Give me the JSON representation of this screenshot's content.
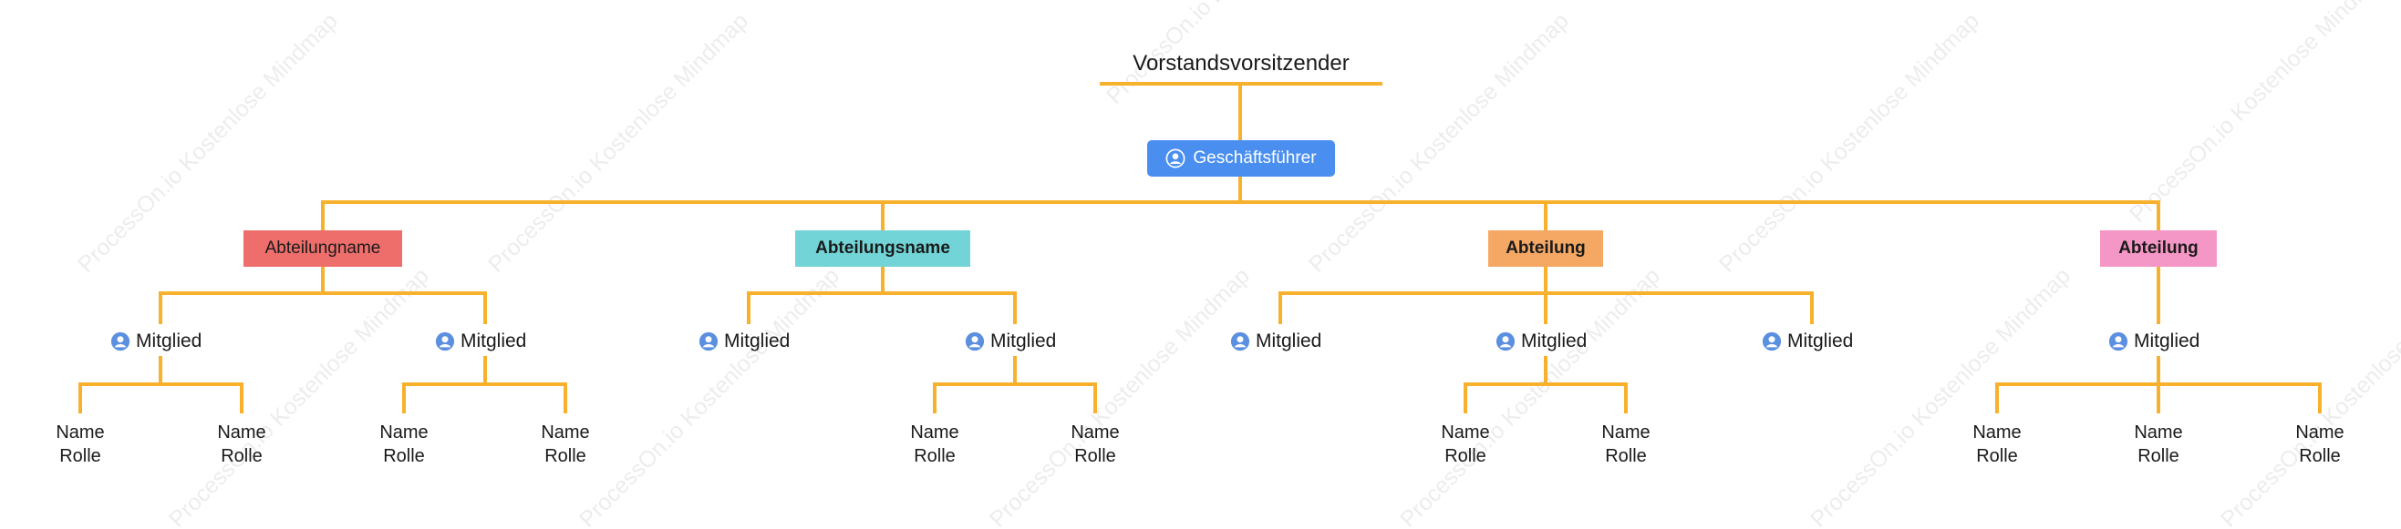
{
  "colors": {
    "connector": "#f7b12c",
    "ceo_bg": "#4a8ff0",
    "avatar": "#5b8fe0",
    "dept": [
      "#ee6e6b",
      "#72d4d6",
      "#f5a864",
      "#f597c6"
    ]
  },
  "watermark": "ProcessOn.io Kostenlose Mindmap",
  "root": {
    "label": "Vorstandsvorsitzender"
  },
  "ceo": {
    "label": "Geschäftsführer",
    "icon": "user-circle-icon"
  },
  "departments": [
    {
      "label": "Abteilungname",
      "bold": false,
      "members": [
        {
          "label": "Mitglied",
          "leaves": [
            {
              "name": "Name",
              "role": "Rolle"
            },
            {
              "name": "Name",
              "role": "Rolle"
            }
          ]
        },
        {
          "label": "Mitglied",
          "leaves": [
            {
              "name": "Name",
              "role": "Rolle"
            },
            {
              "name": "Name",
              "role": "Rolle"
            }
          ]
        }
      ]
    },
    {
      "label": "Abteilungsname",
      "bold": true,
      "members": [
        {
          "label": "Mitglied",
          "leaves": []
        },
        {
          "label": "Mitglied",
          "leaves": [
            {
              "name": "Name",
              "role": "Rolle"
            },
            {
              "name": "Name",
              "role": "Rolle"
            }
          ]
        }
      ]
    },
    {
      "label": "Abteilung",
      "bold": true,
      "members": [
        {
          "label": "Mitglied",
          "leaves": []
        },
        {
          "label": "Mitglied",
          "leaves": [
            {
              "name": "Name",
              "role": "Rolle"
            },
            {
              "name": "Name",
              "role": "Rolle"
            }
          ]
        },
        {
          "label": "Mitglied",
          "leaves": []
        }
      ]
    },
    {
      "label": "Abteilung",
      "bold": true,
      "members": [
        {
          "label": "Mitglied",
          "leaves": [
            {
              "name": "Name",
              "role": "Rolle"
            },
            {
              "name": "Name",
              "role": "Rolle"
            },
            {
              "name": "Name",
              "role": "Rolle"
            }
          ]
        }
      ]
    }
  ]
}
